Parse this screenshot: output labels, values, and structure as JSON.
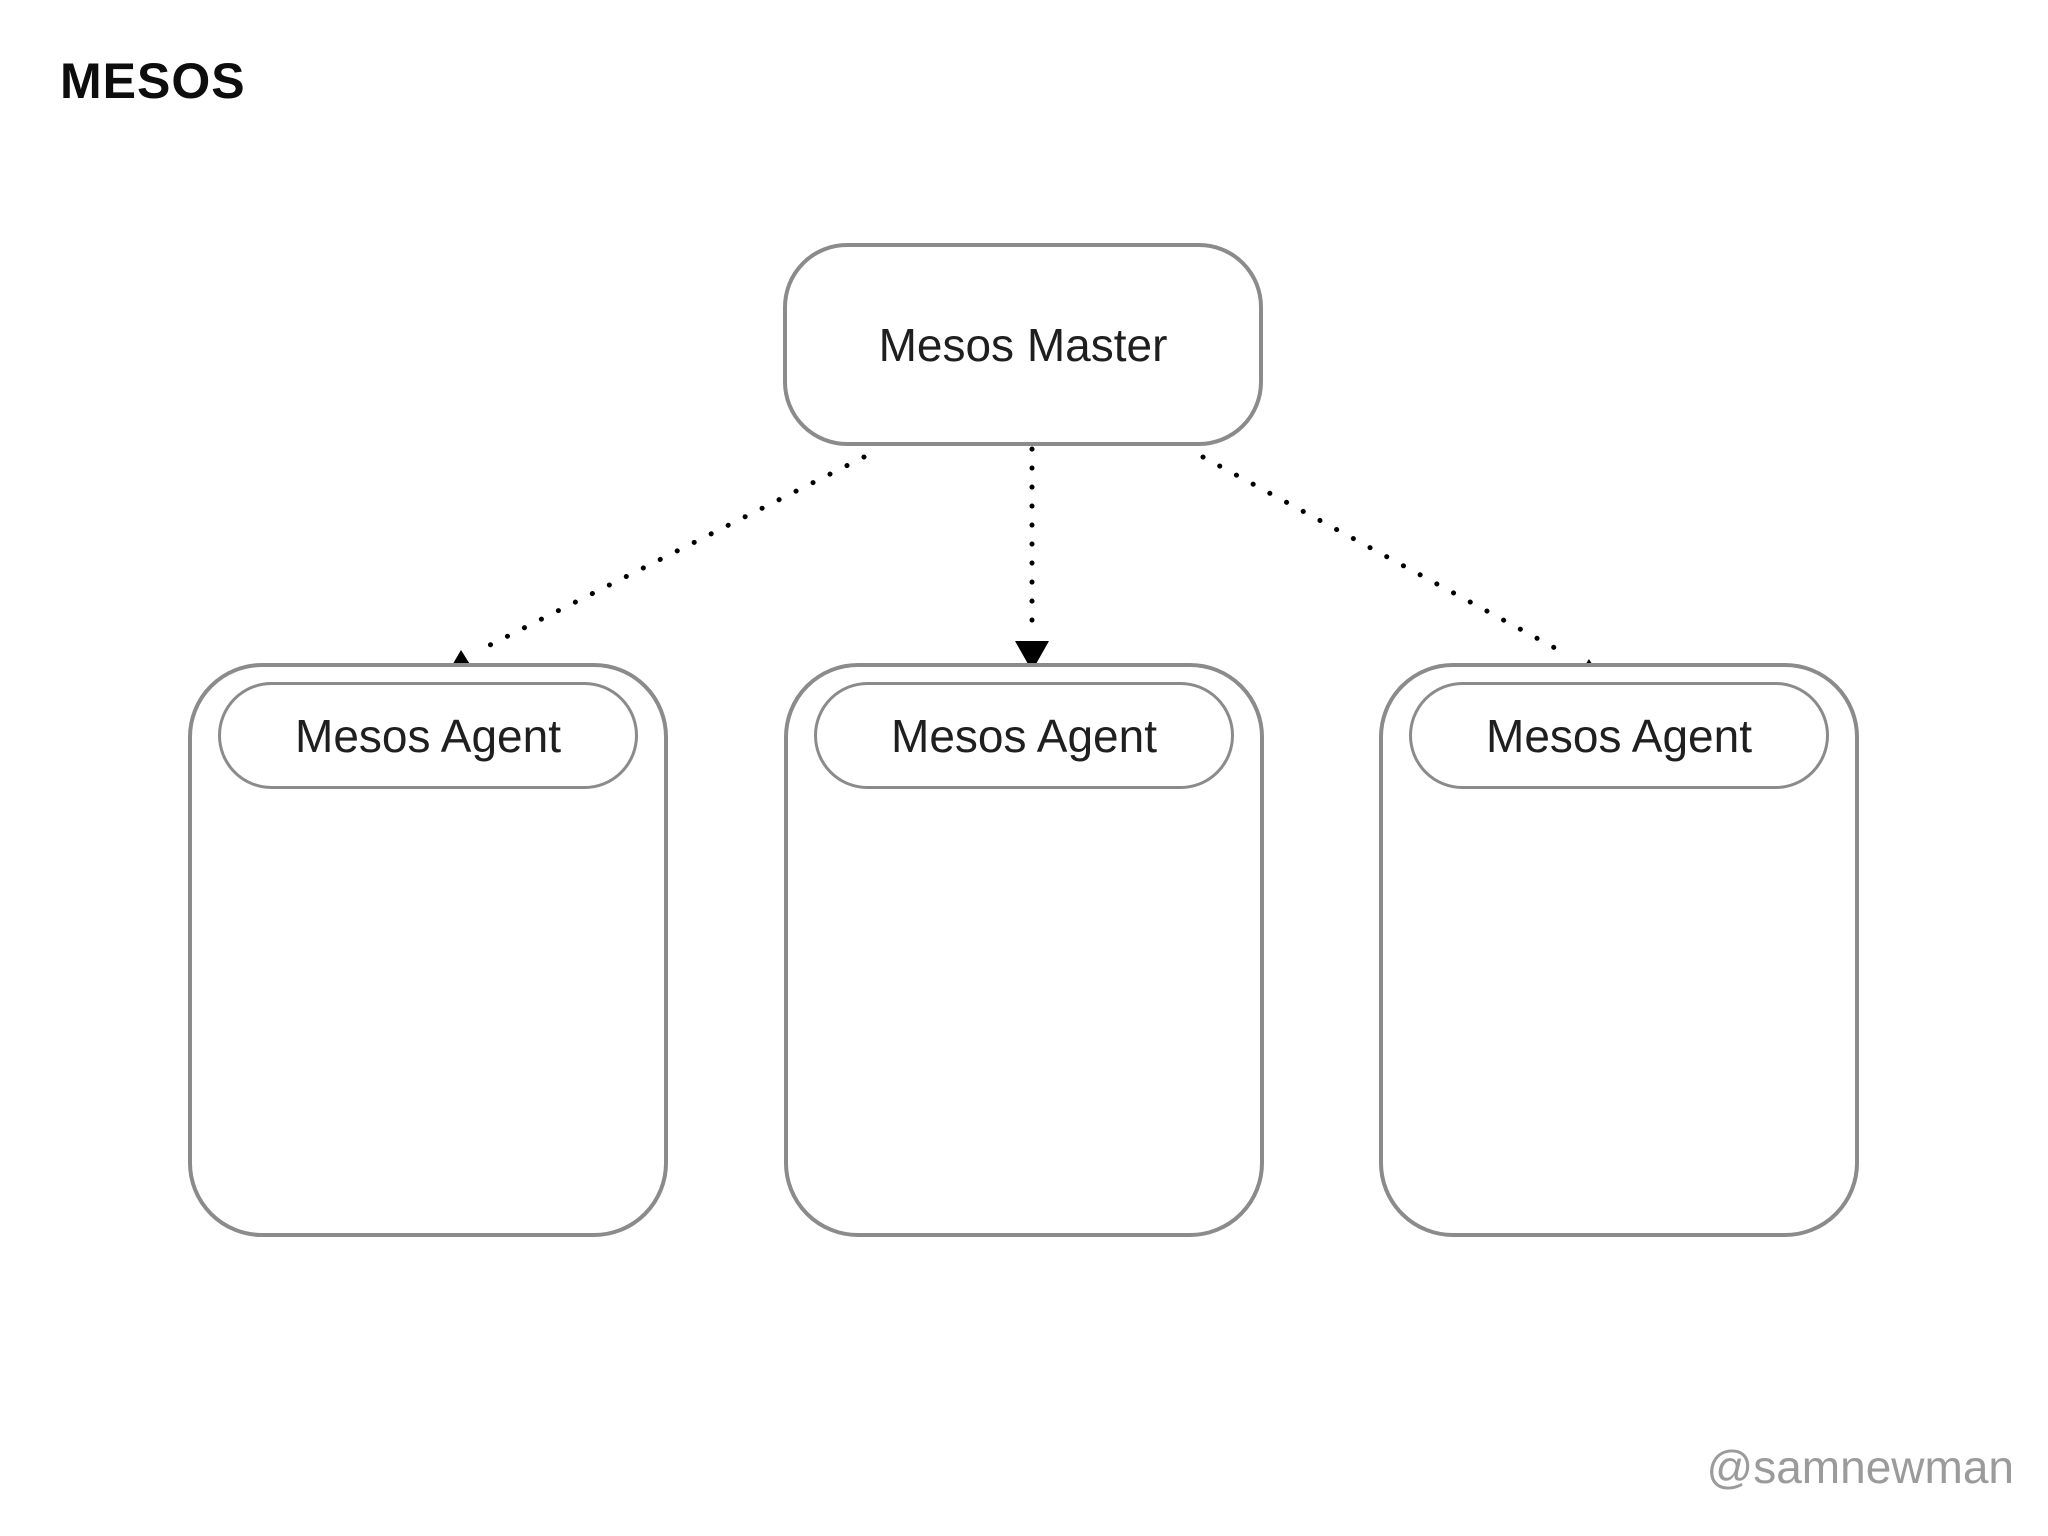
{
  "page": {
    "title": "MESOS",
    "watermark": "@samnewman",
    "background": "#ffffff"
  },
  "diagram": {
    "master": {
      "label": "Mesos Master"
    },
    "agents": [
      {
        "label": "Mesos Agent"
      },
      {
        "label": "Mesos Agent"
      },
      {
        "label": "Mesos Agent"
      }
    ],
    "connections": [
      {
        "from": "mesos-master",
        "to": "mesos-agent-1",
        "style": "dotted",
        "arrowhead_at": "agent-1",
        "arrowhead_points": "up"
      },
      {
        "from": "mesos-master",
        "to": "mesos-agent-2",
        "style": "dotted",
        "arrowhead_at": "agent-2",
        "arrowhead_points": "down"
      },
      {
        "from": "mesos-master",
        "to": "mesos-agent-3",
        "style": "dotted",
        "arrowhead_at": "agent-3",
        "arrowhead_points": "up"
      }
    ],
    "colors": {
      "box_border": "#8b8b8b",
      "node_text": "#1f1f1f",
      "arrow": "#000000",
      "watermark": "#9b9b9b",
      "title": "#0d0d0d"
    }
  }
}
